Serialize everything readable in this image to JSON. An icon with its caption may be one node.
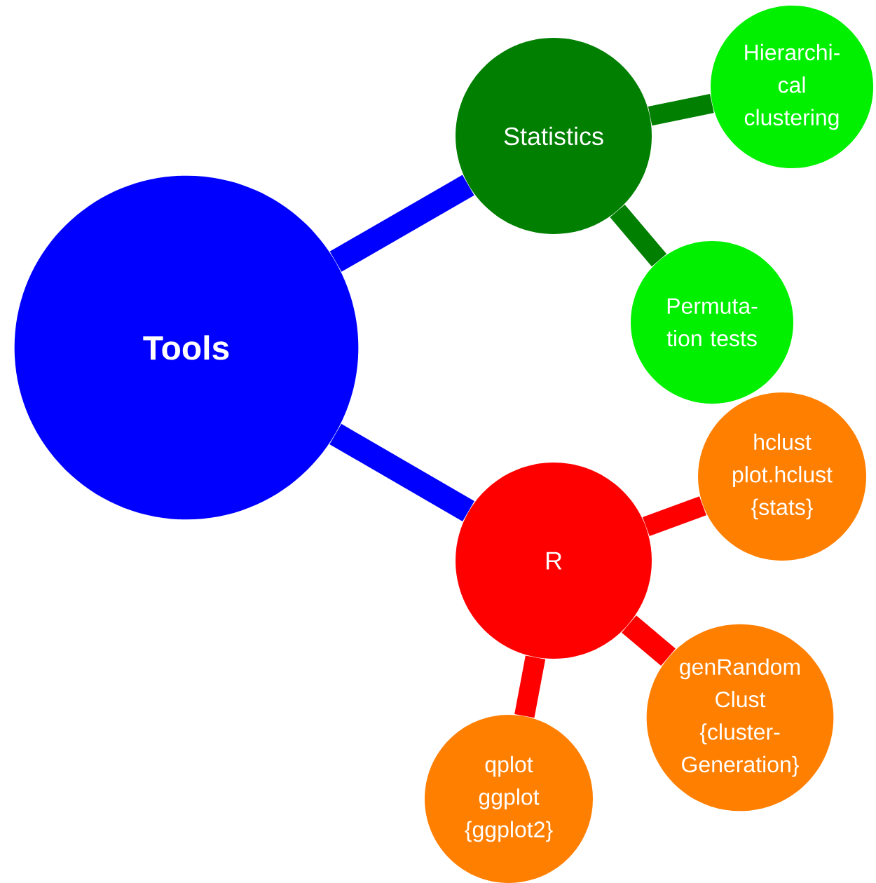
{
  "diagram": {
    "nodes": [
      {
        "text": [
          "Tools"
        ]
      },
      {
        "text": [
          "Statistics"
        ]
      },
      {
        "text": [
          "Hierarchi- cal clustering"
        ]
      },
      {
        "text": [
          "Permuta- tion tests"
        ]
      },
      {
        "text": [
          "R"
        ]
      },
      {
        "text": [
          "hclust plot.hclust {stats}"
        ]
      },
      {
        "text": [
          "genRandom Clust {cluster- Generation}"
        ]
      },
      {
        "text": [
          "qplot ggplot {ggplot2}"
        ]
      }
    ],
    "edges": [
      {
        "from": 0,
        "to": 1,
        "arrow": "none",
        "color": "#0000ff"
      },
      {
        "from": 1,
        "to": 2,
        "arrow": "none",
        "color": "#007f00"
      },
      {
        "from": 1,
        "to": 3,
        "arrow": "none",
        "color": "#007f00"
      },
      {
        "from": 0,
        "to": 4,
        "arrow": "none",
        "color": "#0000ff"
      },
      {
        "from": 4,
        "to": 5,
        "arrow": "none",
        "color": "#ff0000"
      },
      {
        "from": 4,
        "to": 6,
        "arrow": "none",
        "color": "#ff0000"
      },
      {
        "from": 4,
        "to": 7,
        "arrow": "none",
        "color": "#ff0000"
      }
    ]
  }
}
